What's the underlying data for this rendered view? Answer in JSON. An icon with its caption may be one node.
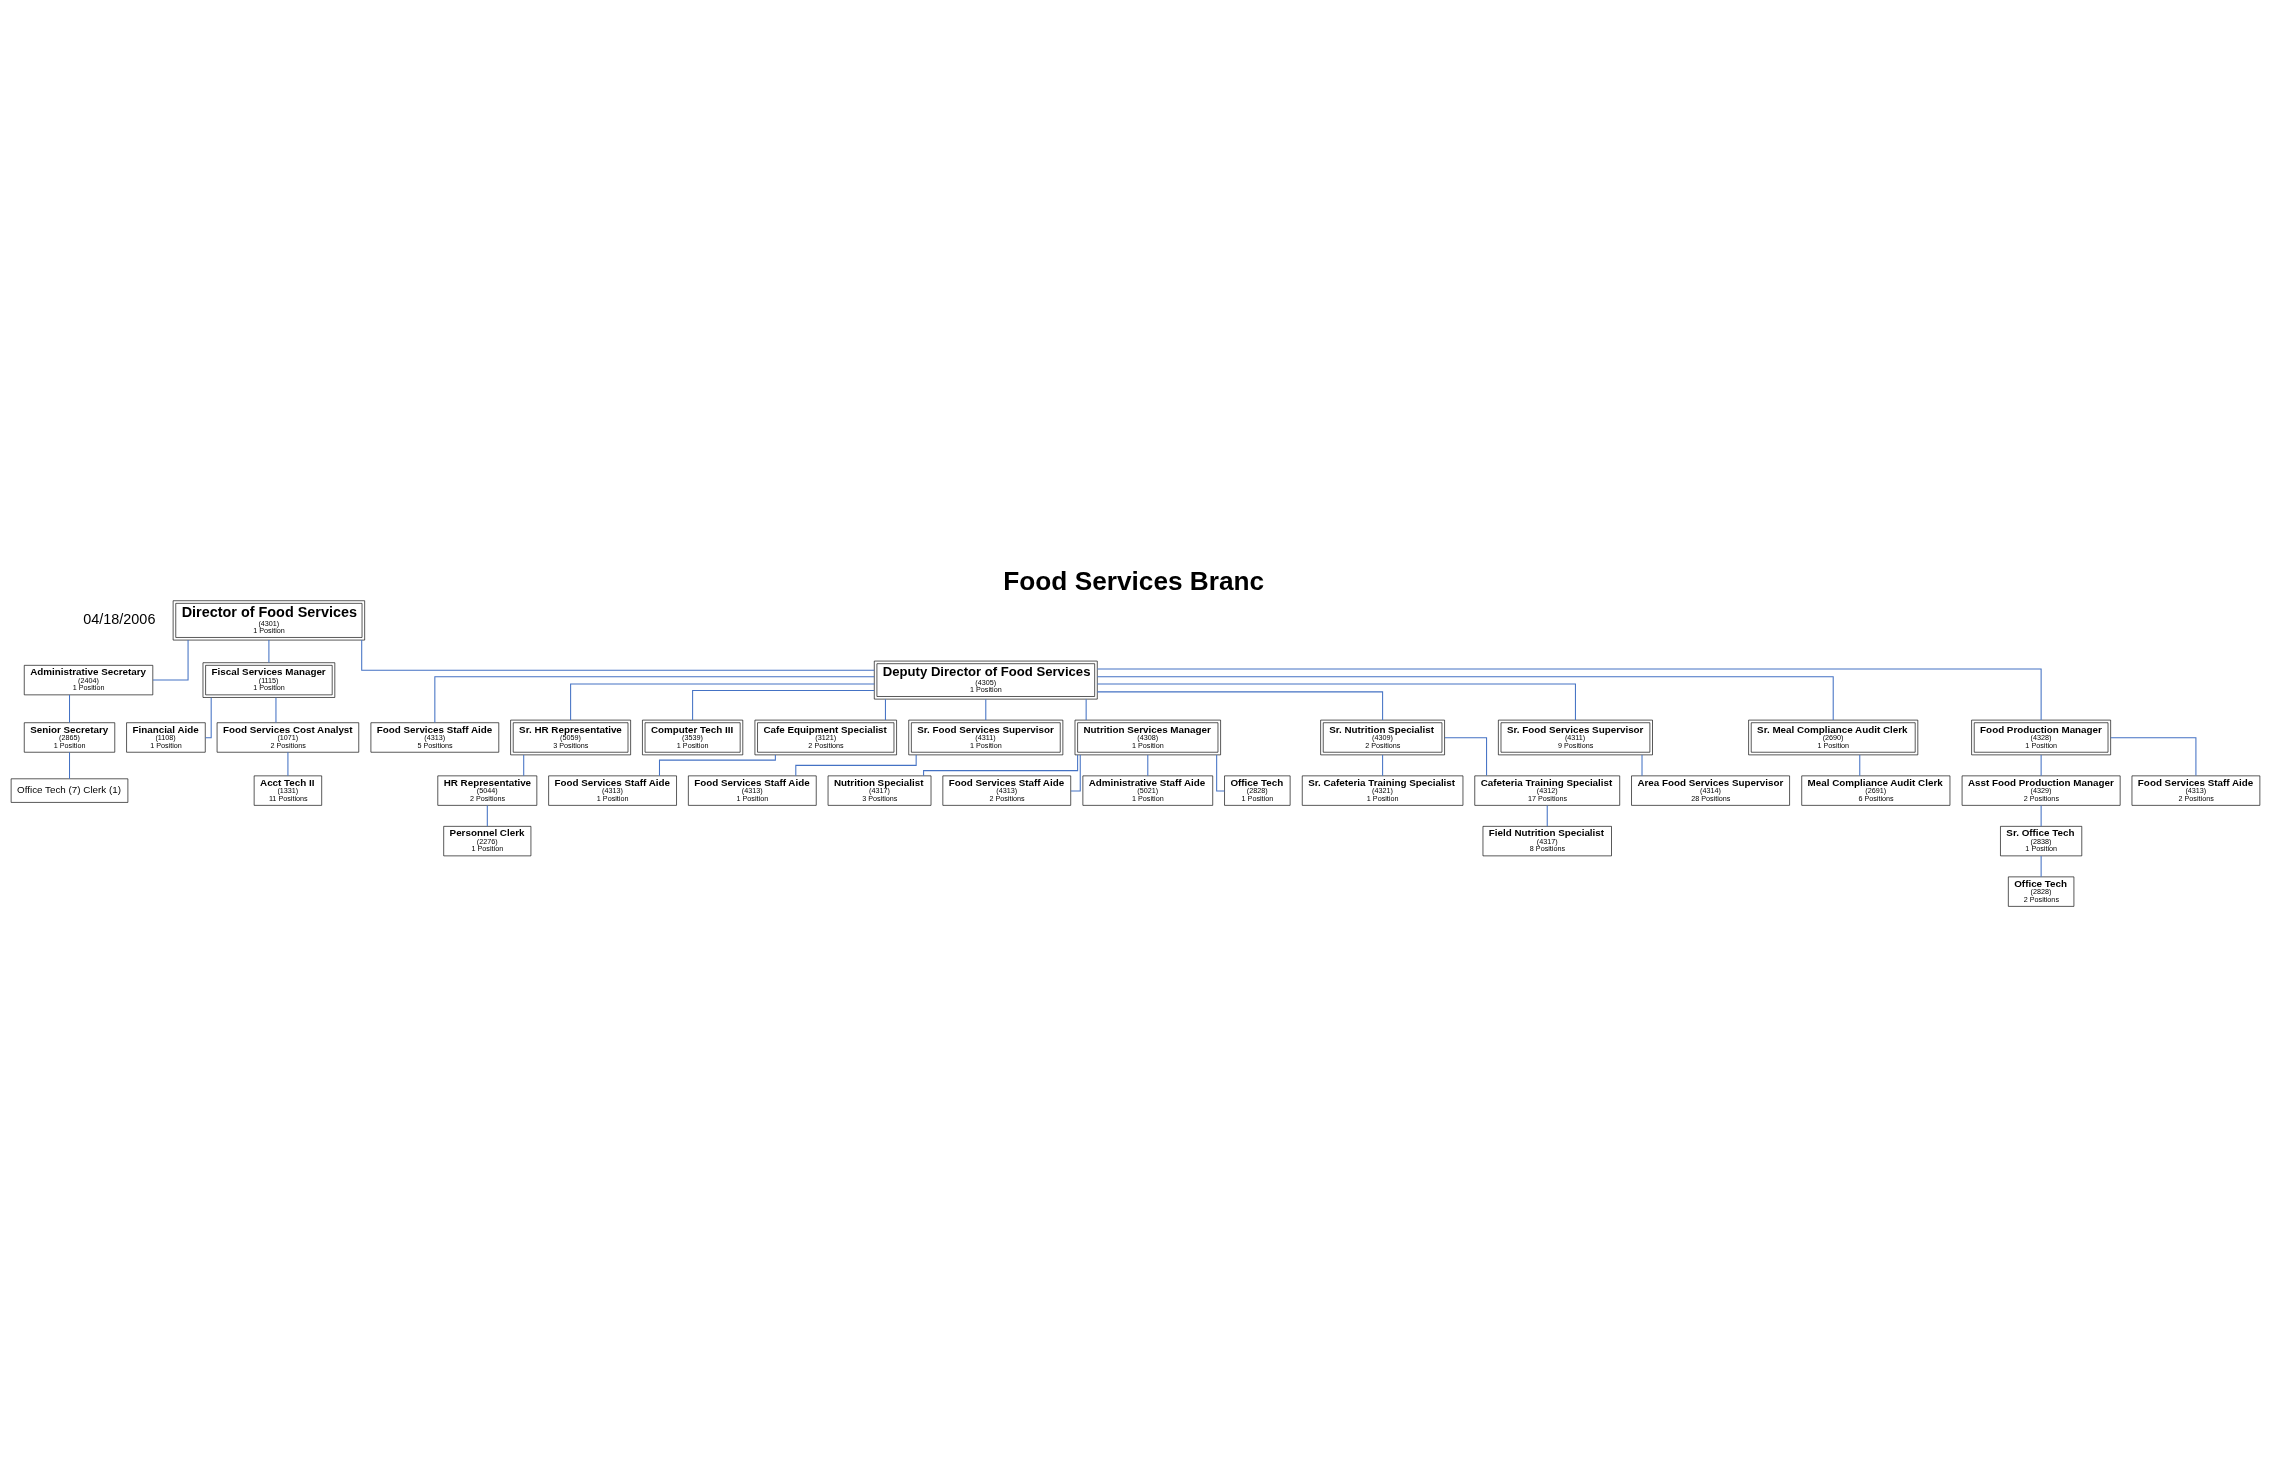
{
  "diagram": {
    "title": "Food Services Branc",
    "nodes": [
      {
        "text": [
          "Director of Food Services",
          "(4301)",
          "1 Position"
        ]
      },
      {
        "text": [
          "Administrative Secretary",
          "(2404)",
          "1 Position"
        ]
      },
      {
        "text": [
          "Senior Secretary",
          "(2865)",
          "1 Position"
        ]
      },
      {
        "text": [
          "Office Tech (7) Clerk (1)"
        ]
      },
      {
        "text": [
          "Fiscal Services Manager",
          "(1115)",
          "1 Position"
        ]
      },
      {
        "text": [
          "Deputy Director of Food Services",
          "(4305)",
          "1 Position"
        ]
      },
      {
        "text": [
          "Financial Aide",
          "(1108)",
          "1 Position"
        ]
      },
      {
        "text": [
          "Food Services Cost Analyst",
          "(1071)",
          "2 Positions"
        ]
      },
      {
        "text": [
          "Acct Tech II",
          "(1331)",
          "11 Positions"
        ]
      },
      {
        "text": [
          "Food Services Staff Aide",
          "(4313)",
          "5 Positions"
        ]
      },
      {
        "text": [
          "Sr. HR Representative",
          "(5059)",
          "3 Positions"
        ]
      },
      {
        "text": [
          "Computer Tech III",
          "(3539)",
          "1 Position"
        ]
      },
      {
        "text": [
          "Cafe Equipment Specialist",
          "(3121)",
          "2 Positions"
        ]
      },
      {
        "text": [
          "Sr. Food Services Supervisor",
          "(4311)",
          "1 Position"
        ]
      },
      {
        "text": [
          "Nutrition Services Manager",
          "(4308)",
          "1 Position"
        ]
      },
      {
        "text": [
          "Sr. Nutrition Specialist",
          "(4309)",
          "2 Positions"
        ]
      },
      {
        "text": [
          "Sr. Food Services Supervisor",
          "(4311)",
          "9 Positions"
        ]
      },
      {
        "text": [
          "Sr. Meal Compliance Audit Clerk",
          "(2690)",
          "1 Position"
        ]
      },
      {
        "text": [
          "Food Production Manager",
          "(4328)",
          "1 Position"
        ]
      },
      {
        "text": [
          "HR Representative",
          "(5044)",
          "2 Positions"
        ]
      },
      {
        "text": [
          "Food Services Staff Aide",
          "(4313)",
          "1 Position"
        ]
      },
      {
        "text": [
          "Food Services Staff Aide",
          "(4313)",
          "1 Position"
        ]
      },
      {
        "text": [
          "Nutrition Specialist",
          "(4317)",
          "3 Positions"
        ]
      },
      {
        "text": [
          "Sr. Cafeteria Training Specialist",
          "(4321)",
          "1 Position"
        ]
      },
      {
        "text": [
          "Area Food Services Supervisor",
          "(4314)",
          "28 Positions"
        ]
      },
      {
        "text": [
          "Meal Compliance Audit Clerk",
          "(2691)",
          "6 Positions"
        ]
      },
      {
        "text": [
          "Asst Food Production Manager",
          "(4329)",
          "2 Positions"
        ]
      },
      {
        "text": [
          "Personnel Clerk",
          "(2276)",
          "1 Position"
        ]
      },
      {
        "text": [
          "Food Services Staff Aide",
          "(4313)",
          "2 Positions"
        ]
      },
      {
        "text": [
          "Cafeteria Training Specialist",
          "(4312)",
          "17 Positions"
        ]
      },
      {
        "text": [
          "Sr. Office Tech",
          "(2838)",
          "1 Position"
        ]
      },
      {
        "text": [
          "Administrative Staff Aide",
          "(5021)",
          "1 Position"
        ]
      },
      {
        "text": [
          "Field Nutrition Specialist",
          "(4317)",
          "8 Positions"
        ]
      },
      {
        "text": [
          "Office Tech",
          "(2828)",
          "2 Positions"
        ]
      },
      {
        "text": [
          "Office Tech",
          "(2828)",
          "1 Position"
        ]
      },
      {
        "text": [
          "Food Services Staff Aide",
          "(4313)",
          "2 Positions"
        ]
      }
    ],
    "edges": [
      {
        "from": 0,
        "to": 1,
        "arrow": "none"
      },
      {
        "from": 1,
        "to": 2,
        "arrow": "none"
      },
      {
        "from": 2,
        "to": 3,
        "arrow": "none"
      },
      {
        "from": 0,
        "to": 4,
        "arrow": "none"
      },
      {
        "from": 0,
        "to": 5,
        "arrow": "none"
      },
      {
        "from": 4,
        "to": 6,
        "arrow": "none"
      },
      {
        "from": 4,
        "to": 7,
        "arrow": "none"
      },
      {
        "from": 7,
        "to": 8,
        "arrow": "none"
      },
      {
        "from": 5,
        "to": 9,
        "arrow": "none"
      },
      {
        "from": 5,
        "to": 10,
        "arrow": "none"
      },
      {
        "from": 5,
        "to": 11,
        "arrow": "none"
      },
      {
        "from": 5,
        "to": 12,
        "arrow": "none"
      },
      {
        "from": 5,
        "to": 13,
        "arrow": "none"
      },
      {
        "from": 5,
        "to": 14,
        "arrow": "none"
      },
      {
        "from": 5,
        "to": 15,
        "arrow": "none"
      },
      {
        "from": 5,
        "to": 16,
        "arrow": "none"
      },
      {
        "from": 5,
        "to": 17,
        "arrow": "none"
      },
      {
        "from": 5,
        "to": 18,
        "arrow": "none"
      },
      {
        "from": 10,
        "to": 19,
        "arrow": "none"
      },
      {
        "from": 19,
        "to": 27,
        "arrow": "none"
      },
      {
        "from": 12,
        "to": 20,
        "arrow": "none"
      },
      {
        "from": 13,
        "to": 21,
        "arrow": "none"
      },
      {
        "from": 14,
        "to": 22,
        "arrow": "none"
      },
      {
        "from": 14,
        "to": 28,
        "arrow": "none"
      },
      {
        "from": 14,
        "to": 31,
        "arrow": "none"
      },
      {
        "from": 14,
        "to": 34,
        "arrow": "none"
      },
      {
        "from": 15,
        "to": 23,
        "arrow": "none"
      },
      {
        "from": 15,
        "to": 29,
        "arrow": "none"
      },
      {
        "from": 29,
        "to": 32,
        "arrow": "none"
      },
      {
        "from": 16,
        "to": 24,
        "arrow": "none"
      },
      {
        "from": 17,
        "to": 25,
        "arrow": "none"
      },
      {
        "from": 18,
        "to": 26,
        "arrow": "none"
      },
      {
        "from": 26,
        "to": 30,
        "arrow": "none"
      },
      {
        "from": 30,
        "to": 33,
        "arrow": "none"
      },
      {
        "from": 18,
        "to": 35,
        "arrow": "none"
      }
    ],
    "labels": [
      "04/18/2006"
    ]
  }
}
